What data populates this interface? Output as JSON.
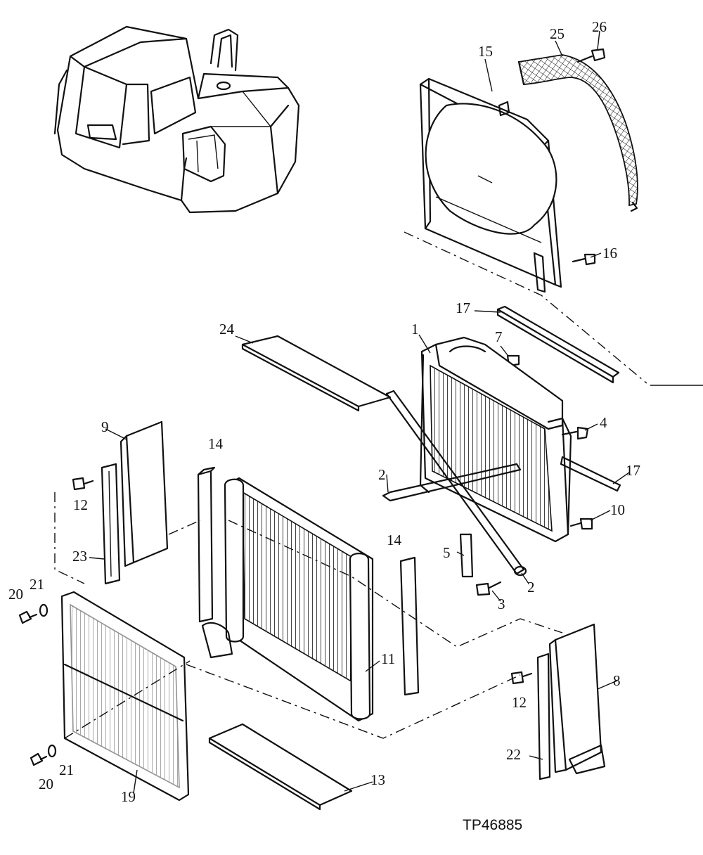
{
  "figure": {
    "code": "TP46885"
  },
  "callouts": [
    "1",
    "2",
    "2",
    "3",
    "4",
    "5",
    "7",
    "8",
    "9",
    "10",
    "11",
    "12",
    "12",
    "13",
    "14",
    "14",
    "15",
    "16",
    "17",
    "17",
    "19",
    "20",
    "20",
    "21",
    "21",
    "22",
    "23",
    "24",
    "25",
    "26"
  ]
}
